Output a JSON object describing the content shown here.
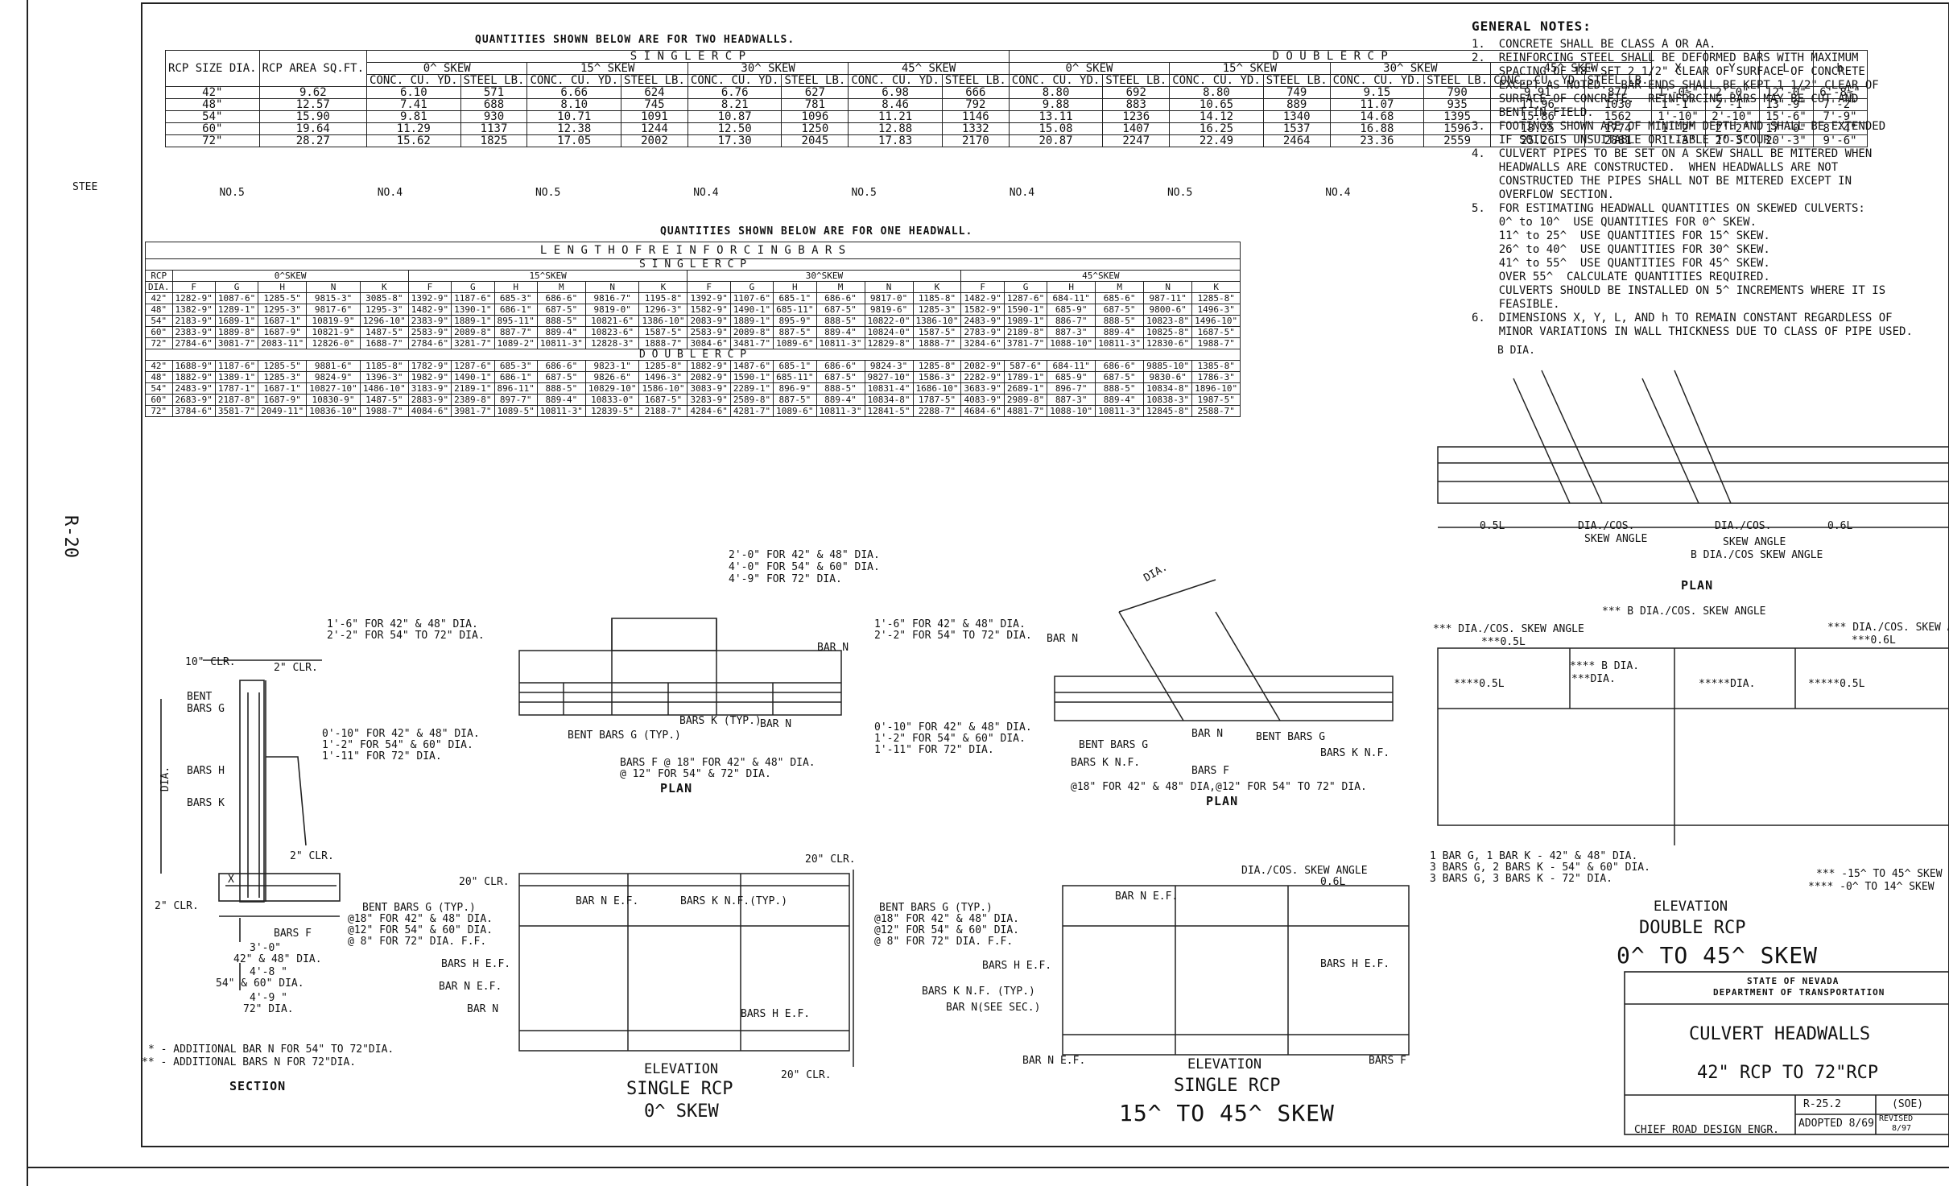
{
  "sheet": {
    "side_code": "R-20",
    "left_mark": "STEE"
  },
  "quantities_table": {
    "caption": "QUANTITIES SHOWN BELOW ARE FOR TWO HEADWALLS.",
    "group_single": "S I N G L E   R C P",
    "group_double": "D O U B L E   R C P",
    "col_rcp_size": "RCP SIZE DIA.",
    "col_rcp_area": "RCP AREA SQ.FT.",
    "skews": [
      "0^ SKEW",
      "15^ SKEW",
      "30^ SKEW",
      "45^ SKEW"
    ],
    "sub_conc": "CONC. CU. YD.",
    "sub_steel": "STEEL LB.",
    "dims": [
      "X",
      "Y",
      "L",
      "h"
    ],
    "rows": [
      {
        "dia": "42\"",
        "area": "9.62",
        "s": [
          "6.10",
          "571",
          "6.66",
          "624",
          "6.76",
          "627",
          "6.98",
          "666"
        ],
        "d": [
          "8.80",
          "692",
          "8.80",
          "749",
          "9.15",
          "790",
          "9.91",
          "877"
        ],
        "x": "1'-0½\"",
        "y": "2'-0\"",
        "l": "12'-0\"",
        "h": "6'-8½\""
      },
      {
        "dia": "48\"",
        "area": "12.57",
        "s": [
          "7.41",
          "688",
          "8.10",
          "745",
          "8.21",
          "781",
          "8.46",
          "792"
        ],
        "d": [
          "9.88",
          "883",
          "10.65",
          "889",
          "11.07",
          "935",
          "11.96",
          "1030"
        ],
        "x": "1'-1\"",
        "y": "2'-1\"",
        "l": "13'-9\"",
        "h": "7'-2\""
      },
      {
        "dia": "54\"",
        "area": "15.90",
        "s": [
          "9.81",
          "930",
          "10.71",
          "1091",
          "10.87",
          "1096",
          "11.21",
          "1146"
        ],
        "d": [
          "13.11",
          "1236",
          "14.12",
          "1340",
          "14.68",
          "1395",
          "15.86",
          "1562"
        ],
        "x": "1'-10\"",
        "y": "2'-10\"",
        "l": "15'-6\"",
        "h": "7'-9\""
      },
      {
        "dia": "60\"",
        "area": "19.64",
        "s": [
          "11.29",
          "1137",
          "12.38",
          "1244",
          "12.50",
          "1250",
          "12.88",
          "1332"
        ],
        "d": [
          "15.08",
          "1407",
          "16.25",
          "1537",
          "16.88",
          "1596",
          "18.25",
          "1774"
        ],
        "x": "1'-2\"",
        "y": "2'-2\"",
        "l": "17'-0\"",
        "h": "8'-4\""
      },
      {
        "dia": "72\"",
        "area": "28.27",
        "s": [
          "15.62",
          "1825",
          "17.05",
          "2002",
          "17.30",
          "2045",
          "17.83",
          "2170"
        ],
        "d": [
          "20.87",
          "2247",
          "22.49",
          "2464",
          "23.36",
          "2559",
          "25.26",
          "2881"
        ],
        "x": "1'-3\"",
        "y": "2'-3\"",
        "l": "20'-3\"",
        "h": "9'-6\""
      }
    ],
    "bar_marks": [
      "NO.5",
      "NO.4",
      "NO.5",
      "NO.4",
      "NO.5",
      "NO.4",
      "NO.5",
      "NO.4"
    ]
  },
  "rebar_table": {
    "caption": "QUANTITIES SHOWN BELOW ARE FOR ONE HEADWALL.",
    "title": "L E N G T H   O F   R E I N F O R C I N G   B A R S",
    "single_label": "S I N G L E   R C P",
    "double_label": "D O U B L E   R C P",
    "col_rcp": "RCP",
    "col_dia": "DIA.",
    "skews": [
      "0^SKEW",
      "15^SKEW",
      "30^SKEW",
      "45^SKEW"
    ],
    "bars": [
      "F",
      "G",
      "H",
      "N",
      "K"
    ],
    "single_rows": [
      {
        "dia": "42\"",
        "v": [
          "1282-9\"",
          "1087-6\"",
          "1285-5\"",
          "9815-3\"",
          "3085-8\"",
          "1392-9\"",
          "1187-6\"",
          "685-3\"",
          "686-6\"",
          "9816-7\"",
          "1195-8\"",
          "1392-9\"",
          "1107-6\"",
          "685-1\"",
          "686-6\"",
          "9817-0\"",
          "1185-8\"",
          "1482-9\"",
          "1287-6\"",
          "684-11\"",
          "685-6\"",
          "987-11\"",
          "1285-8\""
        ]
      },
      {
        "dia": "48\"",
        "v": [
          "1382-9\"",
          "1289-1\"",
          "1295-3\"",
          "9817-6\"",
          "1295-3\"",
          "1482-9\"",
          "1390-1\"",
          "686-1\"",
          "687-5\"",
          "9819-0\"",
          "1296-3\"",
          "1582-9\"",
          "1490-1\"",
          "685-11\"",
          "687-5\"",
          "9819-6\"",
          "1285-3\"",
          "1582-9\"",
          "1590-1\"",
          "685-9\"",
          "687-5\"",
          "9800-6\"",
          "1496-3\""
        ]
      },
      {
        "dia": "54\"",
        "v": [
          "2183-9\"",
          "1689-1\"",
          "1687-1\"",
          "10819-9\"",
          "1296-10\"",
          "2383-9\"",
          "1889-1\"",
          "895-11\"",
          "888-5\"",
          "10821-6\"",
          "1386-10\"",
          "2083-9\"",
          "1889-1\"",
          "895-9\"",
          "888-5\"",
          "10822-0\"",
          "1386-10\"",
          "2483-9\"",
          "1989-1\"",
          "886-7\"",
          "888-5\"",
          "10823-8\"",
          "1496-10\""
        ]
      },
      {
        "dia": "60\"",
        "v": [
          "2383-9\"",
          "1889-8\"",
          "1687-9\"",
          "10821-9\"",
          "1487-5\"",
          "2583-9\"",
          "2089-8\"",
          "887-7\"",
          "889-4\"",
          "10823-6\"",
          "1587-5\"",
          "2583-9\"",
          "2089-8\"",
          "887-5\"",
          "889-4\"",
          "10824-0\"",
          "1587-5\"",
          "2783-9\"",
          "2189-8\"",
          "887-3\"",
          "889-4\"",
          "10825-8\"",
          "1687-5\""
        ]
      },
      {
        "dia": "72\"",
        "v": [
          "2784-6\"",
          "3081-7\"",
          "2083-11\"",
          "12826-0\"",
          "1688-7\"",
          "2784-6\"",
          "3281-7\"",
          "1089-2\"",
          "10811-3\"",
          "12828-3\"",
          "1888-7\"",
          "3084-6\"",
          "3481-7\"",
          "1089-6\"",
          "10811-3\"",
          "12829-8\"",
          "1888-7\"",
          "3284-6\"",
          "3781-7\"",
          "1088-10\"",
          "10811-3\"",
          "12830-6\"",
          "1988-7\""
        ]
      }
    ],
    "double_rows": [
      {
        "dia": "42\"",
        "v": [
          "1688-9\"",
          "1187-6\"",
          "1285-5\"",
          "9881-6\"",
          "1185-8\"",
          "1782-9\"",
          "1287-6\"",
          "685-3\"",
          "686-6\"",
          "9823-1\"",
          "1285-8\"",
          "1882-9\"",
          "1487-6\"",
          "685-1\"",
          "686-6\"",
          "9824-3\"",
          "1285-8\"",
          "2082-9\"",
          "587-6\"",
          "684-11\"",
          "686-6\"",
          "9885-10\"",
          "1385-8\""
        ]
      },
      {
        "dia": "48\"",
        "v": [
          "1882-9\"",
          "1389-1\"",
          "1285-3\"",
          "9824-9\"",
          "1396-3\"",
          "1982-9\"",
          "1490-1\"",
          "686-1\"",
          "687-5\"",
          "9826-6\"",
          "1496-3\"",
          "2082-9\"",
          "1590-1\"",
          "685-11\"",
          "687-5\"",
          "9827-10\"",
          "1586-3\"",
          "2282-9\"",
          "1789-1\"",
          "685-9\"",
          "687-5\"",
          "9830-6\"",
          "1786-3\""
        ]
      },
      {
        "dia": "54\"",
        "v": [
          "2483-9\"",
          "1787-1\"",
          "1687-1\"",
          "10827-10\"",
          "1486-10\"",
          "3183-9\"",
          "2189-1\"",
          "896-11\"",
          "888-5\"",
          "10829-10\"",
          "1586-10\"",
          "3083-9\"",
          "2289-1\"",
          "896-9\"",
          "888-5\"",
          "10831-4\"",
          "1686-10\"",
          "3683-9\"",
          "2689-1\"",
          "896-7\"",
          "888-5\"",
          "10834-8\"",
          "1896-10\""
        ]
      },
      {
        "dia": "60\"",
        "v": [
          "2683-9\"",
          "2187-8\"",
          "1687-9\"",
          "10830-9\"",
          "1487-5\"",
          "2883-9\"",
          "2389-8\"",
          "897-7\"",
          "889-4\"",
          "10833-0\"",
          "1687-5\"",
          "3283-9\"",
          "2589-8\"",
          "887-5\"",
          "889-4\"",
          "10834-8\"",
          "1787-5\"",
          "4083-9\"",
          "2989-8\"",
          "887-3\"",
          "889-4\"",
          "10838-3\"",
          "1987-5\""
        ]
      },
      {
        "dia": "72\"",
        "v": [
          "3784-6\"",
          "3581-7\"",
          "2049-11\"",
          "10836-10\"",
          "1988-7\"",
          "4084-6\"",
          "3981-7\"",
          "1089-5\"",
          "10811-3\"",
          "12839-5\"",
          "2188-7\"",
          "4284-6\"",
          "4281-7\"",
          "1089-6\"",
          "10811-3\"",
          "12841-5\"",
          "2288-7\"",
          "4684-6\"",
          "4881-7\"",
          "1088-10\"",
          "10811-3\"",
          "12845-8\"",
          "2588-7\""
        ]
      }
    ]
  },
  "notes": {
    "title": "GENERAL NOTES:",
    "items": [
      "1.  CONCRETE SHALL BE CLASS A OR AA.",
      "2.  REINFORCING STEEL SHALL BE DEFORMED BARS WITH MAXIMUM",
      "    SPACING OF 18\" SET 2 1/2\" CLEAR OF SURFACE OF CONCRETE",
      "    EXCEPT AS NOTED.  BAR ENDS SHALL BE KEPT 1 1/2\" CLEAR OF",
      "    SURFACE OF CONCRETE.  REINFORCING BARS MAY BE CUT AND",
      "    BENT IN FIELD.",
      "3.  FOOTINGS SHOWN ARE OF MINIMUM DEPTH AND SHALL BE EXTENDED",
      "    IF SOIL IS UNSUITABLE OR LIABLE TO SCOUR.",
      "4.  CULVERT PIPES TO BE SET ON A SKEW SHALL BE MITERED WHEN",
      "    HEADWALLS ARE CONSTRUCTED.  WHEN HEADWALLS ARE NOT",
      "    CONSTRUCTED THE PIPES SHALL NOT BE MITERED EXCEPT IN",
      "    OVERFLOW SECTION.",
      "5.  FOR ESTIMATING HEADWALL QUANTITIES ON SKEWED CULVERTS:",
      "    0^ to 10^  USE QUANTITIES FOR 0^ SKEW.",
      "    11^ to 25^  USE QUANTITIES FOR 15^ SKEW.",
      "    26^ to 40^  USE QUANTITIES FOR 30^ SKEW.",
      "    41^ to 55^  USE QUANTITIES FOR 45^ SKEW.",
      "    OVER 55^  CALCULATE QUANTITIES REQUIRED.",
      "    CULVERTS SHOULD BE INSTALLED ON 5^ INCREMENTS WHERE IT IS",
      "    FEASIBLE.",
      "6.  DIMENSIONS X, Y, L, AND h TO REMAIN CONSTANT REGARDLESS OF",
      "    MINOR VARIATIONS IN WALL THICKNESS DUE TO CLASS OF PIPE USED."
    ]
  },
  "labels": {
    "section_title": "SECTION",
    "section_clr1": "10\" CLR.",
    "section_clr2": "2\" CLR.",
    "section_clr3": "2\" CLR.",
    "section_clr4": "2\" CLR.",
    "section_bent_g": "BENT BARS G",
    "section_bars_h": "BARS H",
    "section_bars_k": "BARS K",
    "section_bars_f": "BARS F",
    "section_dia": "DIA.",
    "section_x": "X",
    "section_dim1": "3'-0\"",
    "section_dim1b": "42\" & 48\" DIA.",
    "section_dim2": "4'-8 \"",
    "section_dim2b": "54\" & 60\" DIA.",
    "section_dim3": "4'-9 \"",
    "section_dim3b": "72\" DIA.",
    "section_foot1": "* - ADDITIONAL BAR N FOR 54\" TO 72\"DIA.",
    "section_foot2": "** - ADDITIONAL BARS N FOR 72\"DIA.",
    "sp_top1": "2'-0\" FOR 42\" & 48\" DIA.",
    "sp_top2": "4'-0\" FOR 54\" & 60\" DIA.",
    "sp_top3": "4'-9\" FOR 72\" DIA.",
    "sp_left1": "1'-6\" FOR 42\" & 48\" DIA.",
    "sp_left2": "2'-2\" FOR 54\" TO 72\" DIA.",
    "sp_bot1": "0'-10\" FOR 42\" & 48\" DIA.",
    "sp_bot2": "1'-2\" FOR 54\" & 60\" DIA.",
    "sp_bot3": "1'-11\" FOR 72\" DIA.",
    "sp_bars_k": "BARS K (TYP.)",
    "sp_bar_n": "BAR N",
    "sp_bent_g": "BENT BARS G (TYP.)",
    "sp_bars_f1": "BARS F @ 18\" FOR 42\" & 48\" DIA.",
    "sp_bars_f2": "@ 12\" FOR 54\" & 72\" DIA.",
    "sp_plan": "PLAN",
    "sp2_left1": "1'-6\" FOR 42\" & 48\" DIA.",
    "sp2_left2": "2'-2\" FOR 54\" TO 72\" DIA.",
    "sp2_bar_n": "BAR N",
    "sp2_dia": "DIA.",
    "sp2_bot1": "0'-10\" FOR 42\" & 48\" DIA.",
    "sp2_bot2": "1'-2\" FOR 54\" & 60\" DIA.",
    "sp2_bot3": "1'-11\" FOR 72\" DIA.",
    "sp2_bar_n2": "BAR N",
    "sp2_bent_g": "BENT BARS G",
    "sp2_bars_k": "BARS K N.F.",
    "sp2_bars_k2": "BARS K N.F.",
    "sp2_bars_f": "BARS F",
    "sp2_bot_note": "@18\" FOR 42\" & 48\" DIA,@12\" FOR 54\" TO 72\" DIA.",
    "sp2_plan": "PLAN",
    "e1_clr": "20\" CLR.",
    "e1_clr2": "20\" CLR.",
    "e1_bar_n": "BAR N E.F.",
    "e1_bars_k": "BARS K N.F.(TYP.)",
    "e1_bent1": "BENT BARS G (TYP.)",
    "e1_bent2": "@18\" FOR 42\" & 48\" DIA.",
    "e1_bent3": "@12\" FOR 54\" & 60\" DIA.",
    "e1_bent4": "@ 8\" FOR 72\" DIA. F.F.",
    "e1_bars_h": "BARS H E.F.",
    "e1_bar_n2": "BAR N E.F.",
    "e1_bar_n3": "BAR N",
    "e1_bars_h2": "BARS H E.F.",
    "e1_bot_clr": "20\" CLR.",
    "e1_t1": "ELEVATION",
    "e1_t2": "SINGLE RCP",
    "e1_t3": "0^ SKEW",
    "e2_dia": "DIA./COS.  SKEW ANGLE",
    "e2_06l": "0.6L",
    "e2_bar_n": "BAR N E.F.",
    "e2_bent1": "BENT BARS G (TYP.)",
    "e2_bent2": "@18\" FOR 42\" & 48\" DIA.",
    "e2_bent3": "@12\" FOR 54\" & 60\" DIA.",
    "e2_bent4": "@ 8\" FOR 72\" DIA. F.F.",
    "e2_bars_h": "BARS H E.F.",
    "e2_bars_h2": "BARS H E.F.",
    "e2_bars_k": "BARS K N.F. (TYP.)",
    "e2_bar_n2": "BAR N(SEE SEC.)",
    "e2_bar_n3": "BAR N E.F.",
    "e2_bars_f": "BARS F",
    "e2_t1": "ELEVATION",
    "e2_t2": "SINGLE RCP",
    "e2_t3": "15^ TO 45^ SKEW",
    "dp_dia": "B DIA.",
    "dp_05l": "0.5L",
    "dp_dia_cos": "DIA./COS.",
    "dp_dia_cos2": "DIA./COS.",
    "dp_06l": "0.6L",
    "dp_skew": "SKEW ANGLE",
    "dp_skew2": "B DIA./COS SKEW ANGLE",
    "dp_plan": "PLAN",
    "de_left": "*** B DIA./COS. SKEW ANGLE",
    "de_left2": "*** DIA./COS. SKEW ANGLE",
    "de_right": "*** DIA./COS. SKEW ANGLE",
    "de_05l": "***0.5L",
    "de_06l": "***0.6L",
    "de_dia": "**** B DIA.",
    "de_dia2": "***DIA.",
    "de_05l2": "****0.5L",
    "de_dia3": "*****DIA.",
    "de_05l3": "*****0.5L",
    "de_note1": "1 BAR G, 1 BAR K - 42\" & 48\" DIA.",
    "de_note2": "3 BARS G, 2 BARS K - 54\" & 60\" DIA.",
    "de_note3": "3 BARS G, 3 BARS K - 72\" DIA.",
    "de_skew1": "*** -15^ TO 45^ SKEW",
    "de_skew2": "**** -0^ TO 14^ SKEW",
    "de_t1": "ELEVATION",
    "de_t2": "DOUBLE RCP",
    "de_t3": "0^ TO 45^ SKEW"
  },
  "title_block": {
    "state": "STATE OF NEVADA",
    "dept": "DEPARTMENT OF TRANSPORTATION",
    "title1": "CULVERT HEADWALLS",
    "title2": "42\" RCP TO 72\"RCP",
    "std_no": "R-25.2",
    "sheet_ref": "(SOE)",
    "adopted": "ADOPTED 8/69",
    "revised": "REVISED",
    "revised_date": "8/97",
    "engineer": "CHIEF ROAD DESIGN ENGR."
  }
}
